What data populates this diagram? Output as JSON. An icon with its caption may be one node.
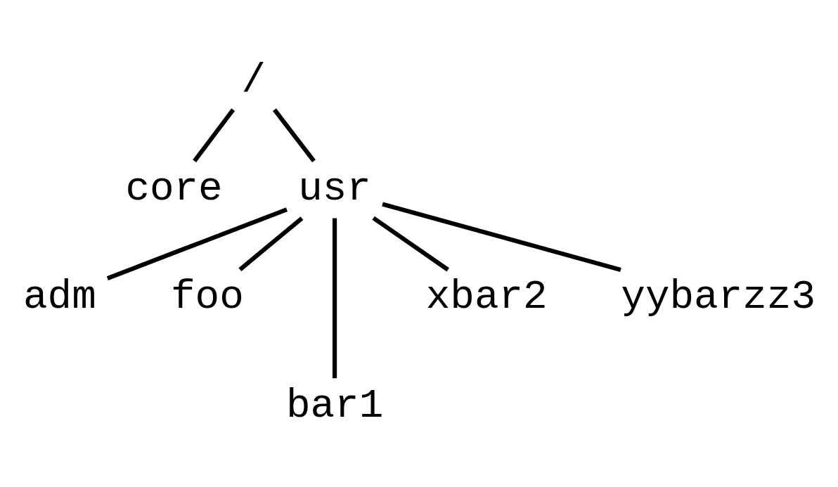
{
  "diagram": {
    "nodes": [
      {
        "text": [
          "/"
        ]
      },
      {
        "text": [
          "core"
        ]
      },
      {
        "text": [
          "usr"
        ]
      },
      {
        "text": [
          "adm"
        ]
      },
      {
        "text": [
          "foo"
        ]
      },
      {
        "text": [
          "bar1"
        ]
      },
      {
        "text": [
          "xbar2"
        ]
      },
      {
        "text": [
          "yybarzz3"
        ]
      }
    ],
    "edges": [
      {
        "from": 0,
        "to": 1,
        "arrow": "none"
      },
      {
        "from": 0,
        "to": 2,
        "arrow": "none"
      },
      {
        "from": 2,
        "to": 3,
        "arrow": "none"
      },
      {
        "from": 2,
        "to": 4,
        "arrow": "none"
      },
      {
        "from": 2,
        "to": 5,
        "arrow": "none"
      },
      {
        "from": 2,
        "to": 6,
        "arrow": "none"
      },
      {
        "from": 2,
        "to": 7,
        "arrow": "none"
      }
    ]
  }
}
